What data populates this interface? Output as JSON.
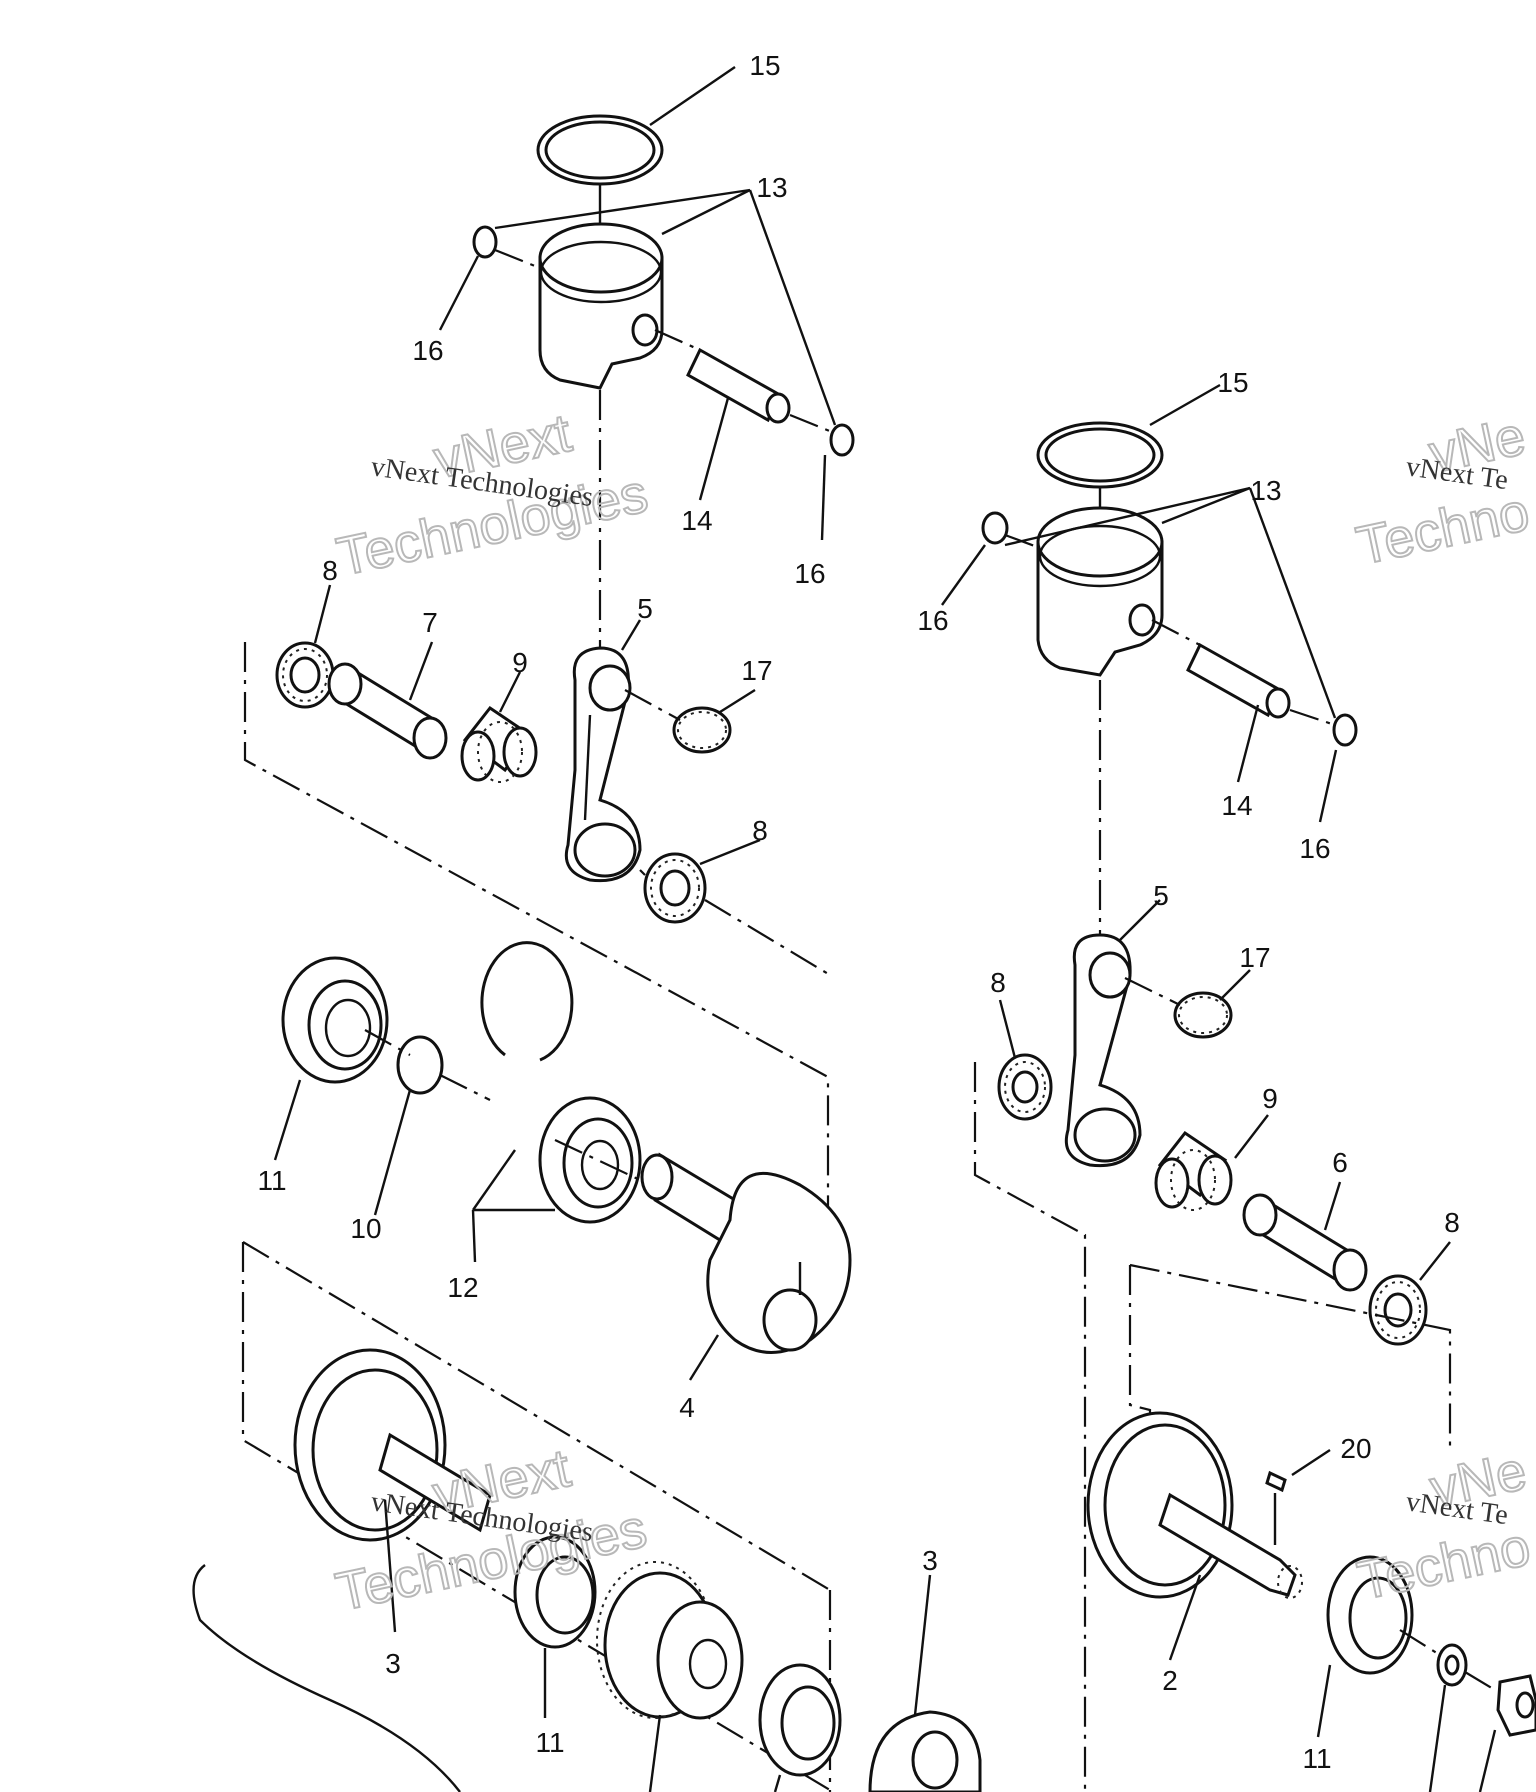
{
  "callouts": {
    "c15a": "15",
    "c13a": "13",
    "c16a": "16",
    "c16b": "16",
    "c14a": "14",
    "c8a": "8",
    "c7": "7",
    "c9a": "9",
    "c5a": "5",
    "c17a": "17",
    "c8b": "8",
    "c15b": "15",
    "c13b": "13",
    "c16c": "16",
    "c14b": "14",
    "c16d": "16",
    "c5b": "5",
    "c17b": "17",
    "c8c": "8",
    "c9b": "9",
    "c6": "6",
    "c8d": "8",
    "c11a": "11",
    "c10": "10",
    "c12": "12",
    "c4": "4",
    "c3a": "3",
    "c11b": "11",
    "c3b": "3",
    "c20": "20",
    "c2": "2",
    "c11c": "11"
  },
  "watermark": {
    "small_text": "vNext Technologies",
    "small_text_clipped": "vNext Te",
    "big_line1": "vNext",
    "big_line2": "Technologies",
    "big_clip1": "vNe",
    "big_clip2": "Techno"
  },
  "colors": {
    "line": "#111111",
    "watermark": "#b8b8b8",
    "background": "#ffffff"
  }
}
